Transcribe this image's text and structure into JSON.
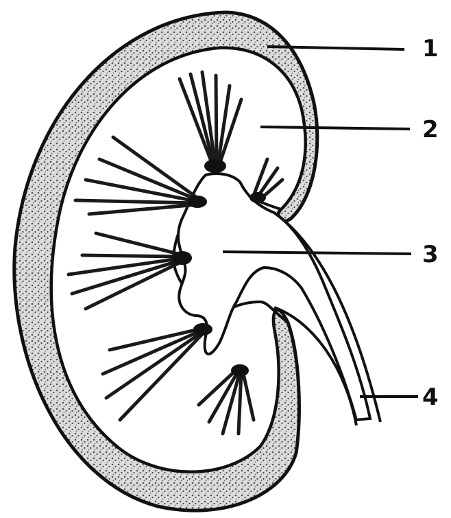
{
  "diagram": {
    "labels": [
      {
        "id": "1",
        "text": "1"
      },
      {
        "id": "2",
        "text": "2"
      },
      {
        "id": "3",
        "text": "3"
      },
      {
        "id": "4",
        "text": "4"
      }
    ]
  },
  "colors": {
    "ink": "#111111",
    "cortex_fill": "#d6d6d6",
    "medulla_fill": "#ffffff",
    "pelvis_fill": "#ffffff"
  }
}
